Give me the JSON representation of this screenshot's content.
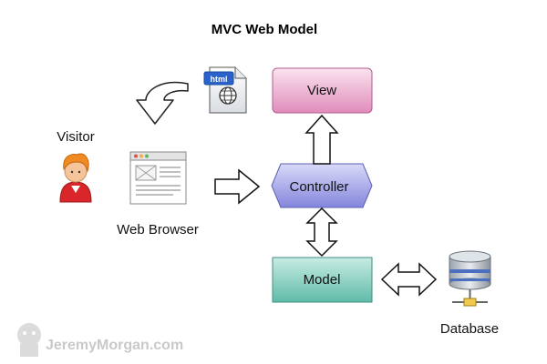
{
  "diagram": {
    "title": "MVC Web Model",
    "nodes": {
      "view": "View",
      "controller": "Controller",
      "model": "Model",
      "visitor": "Visitor",
      "browser": "Web Browser",
      "database": "Database"
    },
    "file_icon_tag": "html",
    "watermark": "JeremyMorgan.com"
  },
  "colors": {
    "view": "#e58fbf",
    "controller": "#8d8ee0",
    "model": "#6fc7b6",
    "arrow_stroke": "#111111"
  }
}
